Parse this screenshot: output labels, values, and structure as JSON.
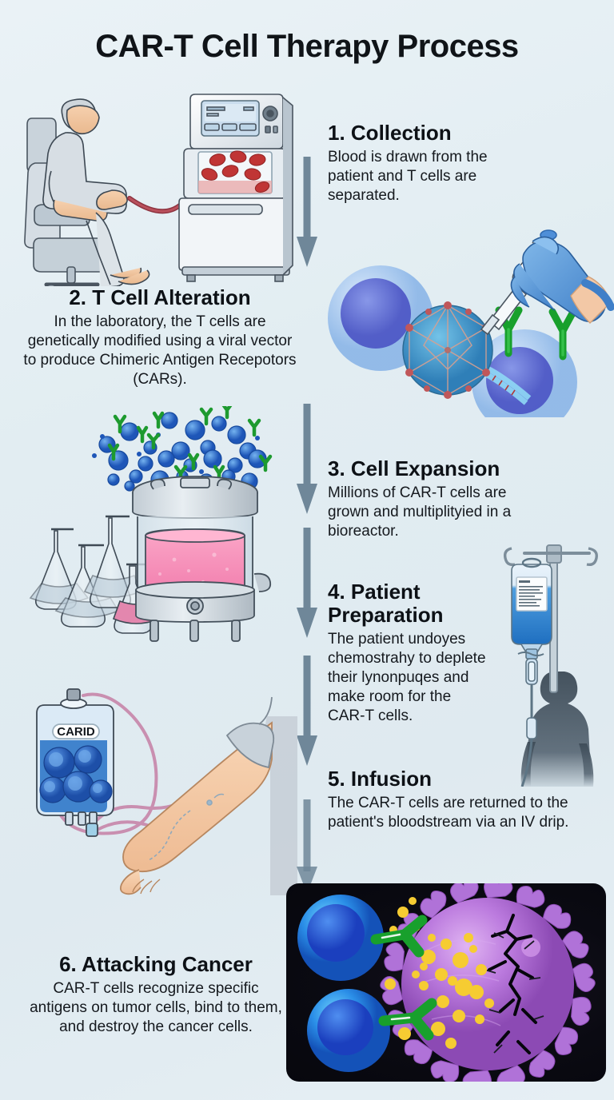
{
  "title": "CAR-T Cell Therapy Process",
  "theme": {
    "background_top": "#eaf2f6",
    "background_bottom": "#e6eff4",
    "heading_color": "#0d1116",
    "body_color": "#15191e",
    "arrow_color": "#6f8799",
    "tcell_blue": "#2f6fd0",
    "car_green": "#21a231",
    "cancer_purple": "#b072d8",
    "granule_yellow": "#f6cc32",
    "media_pink": "#f48fb8",
    "blood_red": "#a62a2a",
    "iv_blue": "#2f7fd6",
    "panel_dark": "#0a0a12"
  },
  "steps": [
    {
      "number": "1",
      "heading": "1. Collection",
      "body": "Blood is drawn from the patient and T cells are separated.",
      "illustration": "apheresis-patient-in-chair-with-blood-separator-machine"
    },
    {
      "number": "2",
      "heading": "2. T Cell Alteration",
      "body": "In the laboratory, the T cells are genetically modified using a viral vector to produce Chimeric Antigen Recepotors (CARs).",
      "illustration": "gloved-hand-pipette-viral-vector-capsid-dna-tcells"
    },
    {
      "number": "3",
      "heading": "3. Cell Expansion",
      "body": "Millions of CAR-T cells are grown and multiplityied in a bioreactor.",
      "illustration": "bioreactor-with-flasks-and-multiplying-car-t-cells"
    },
    {
      "number": "4",
      "heading": "4. Patient Preparation",
      "body": "The patient undoyes chemostrahy to deplete their lynonpuqes and make room for the CAR-T cells.",
      "illustration": "iv-drip-bag-on-stand-with-patient-silhouette"
    },
    {
      "number": "5",
      "heading": "5. Infusion",
      "body": "The CAR-T cells are returned to the patient's bloodstream via an IV drip.",
      "illustration": "car-t-infusion-bag-connected-to-patient-arm"
    },
    {
      "number": "6",
      "heading": "6. Attacking Cancer",
      "body": "CAR-T cells recognize specific antigens on tumor cells, bind to them, and destroy the cancer cells.",
      "illustration": "t-cells-attacking-purple-cancer-cell"
    }
  ],
  "labels": {
    "infusion_bag_label": "CARID"
  },
  "arrows": {
    "count": 5,
    "direction": "down",
    "glyph": "downward-arrow"
  }
}
